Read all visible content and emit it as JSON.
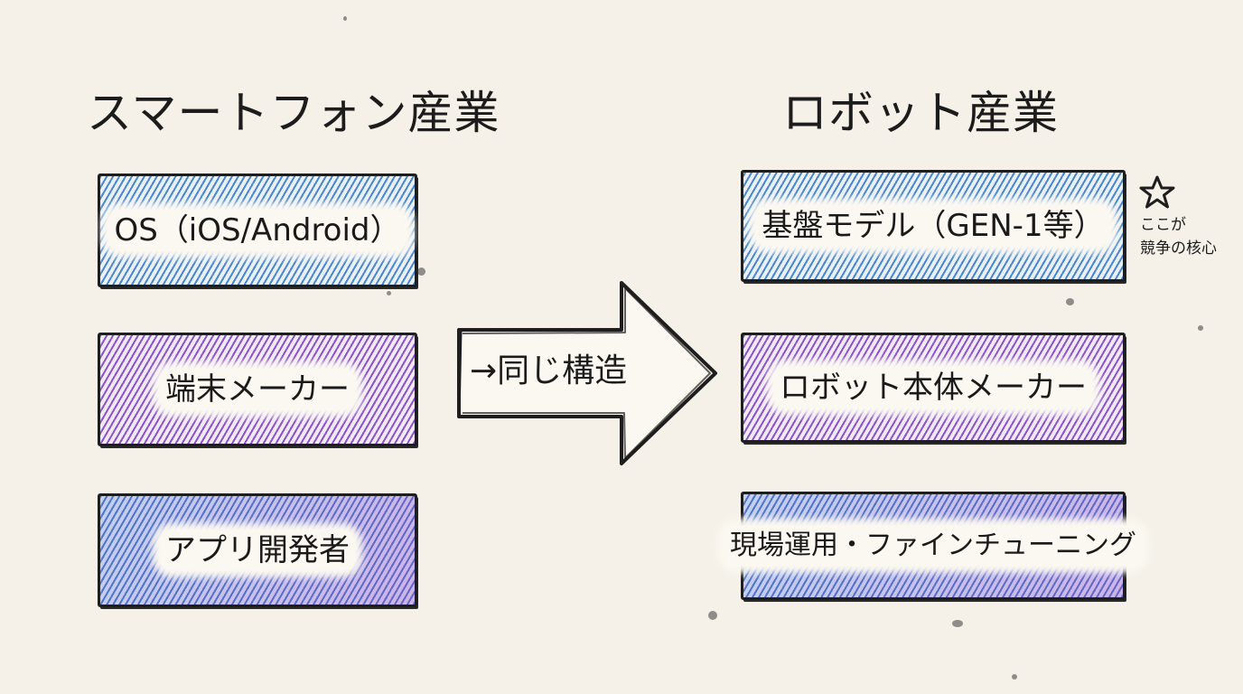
{
  "left_column": {
    "heading": "スマートフォン産業",
    "boxes": [
      {
        "label": "OS（iOS/Android）"
      },
      {
        "label": "端末メーカー"
      },
      {
        "label": "アプリ開発者"
      }
    ]
  },
  "right_column": {
    "heading": "ロボット産業",
    "boxes": [
      {
        "label": "基盤モデル（GEN-1等）"
      },
      {
        "label": "ロボット本体メーカー"
      },
      {
        "label": "現場運用・ファインチューニング"
      }
    ]
  },
  "arrow": {
    "label": "→同じ構造"
  },
  "annotation": {
    "line1": "ここが",
    "line2": "競争の核心"
  },
  "colors": {
    "blue_hatch": "#4a87cc",
    "purple_hatch": "#8a55c6",
    "paper": "#f5f1e8",
    "ink": "#1e1e1e"
  },
  "icons": {
    "annotation_marker": "star-icon"
  }
}
